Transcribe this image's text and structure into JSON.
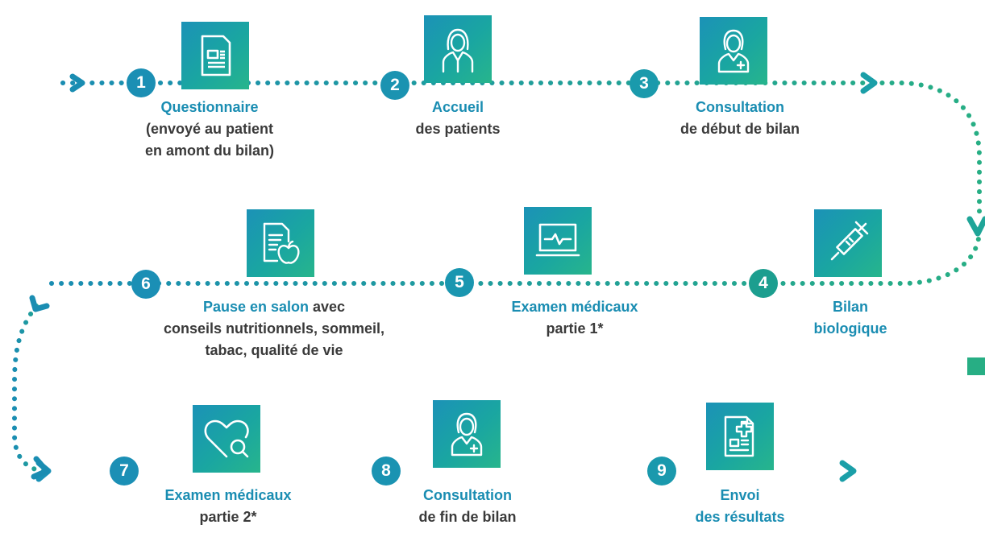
{
  "colors": {
    "accent": "#1a8db2",
    "teal": "#1aa6a1",
    "green": "#27ae84",
    "text": "#3a3a3a"
  },
  "steps": [
    {
      "number": "1",
      "title": "Questionnaire",
      "desc_lines": [
        "(envoyé au patient",
        "en amont du bilan)"
      ],
      "icon": "questionnaire-document-icon"
    },
    {
      "number": "2",
      "title": "Accueil",
      "desc_lines": [
        "des patients"
      ],
      "icon": "receptionist-icon"
    },
    {
      "number": "3",
      "title": "Consultation",
      "desc_lines": [
        "de début de bilan"
      ],
      "icon": "doctor-icon"
    },
    {
      "number": "4",
      "title": "Bilan",
      "title2": "biologique",
      "desc_lines": [],
      "icon": "syringe-icon"
    },
    {
      "number": "5",
      "title": "Examen médicaux",
      "desc_lines": [
        "partie 1*"
      ],
      "icon": "heart-monitor-icon"
    },
    {
      "number": "6",
      "title": "Pause en salon",
      "title_suffix": " avec",
      "desc_lines": [
        "conseils nutritionnels, sommeil,",
        "tabac, qualité de vie"
      ],
      "icon": "nutrition-document-icon"
    },
    {
      "number": "7",
      "title": "Examen médicaux",
      "desc_lines": [
        "partie 2*"
      ],
      "icon": "heart-search-icon"
    },
    {
      "number": "8",
      "title": "Consultation",
      "desc_lines": [
        "de fin de bilan"
      ],
      "icon": "doctor-icon"
    },
    {
      "number": "9",
      "title": "Envoi",
      "title2": "des résultats",
      "desc_lines": [],
      "icon": "medical-report-icon"
    }
  ]
}
